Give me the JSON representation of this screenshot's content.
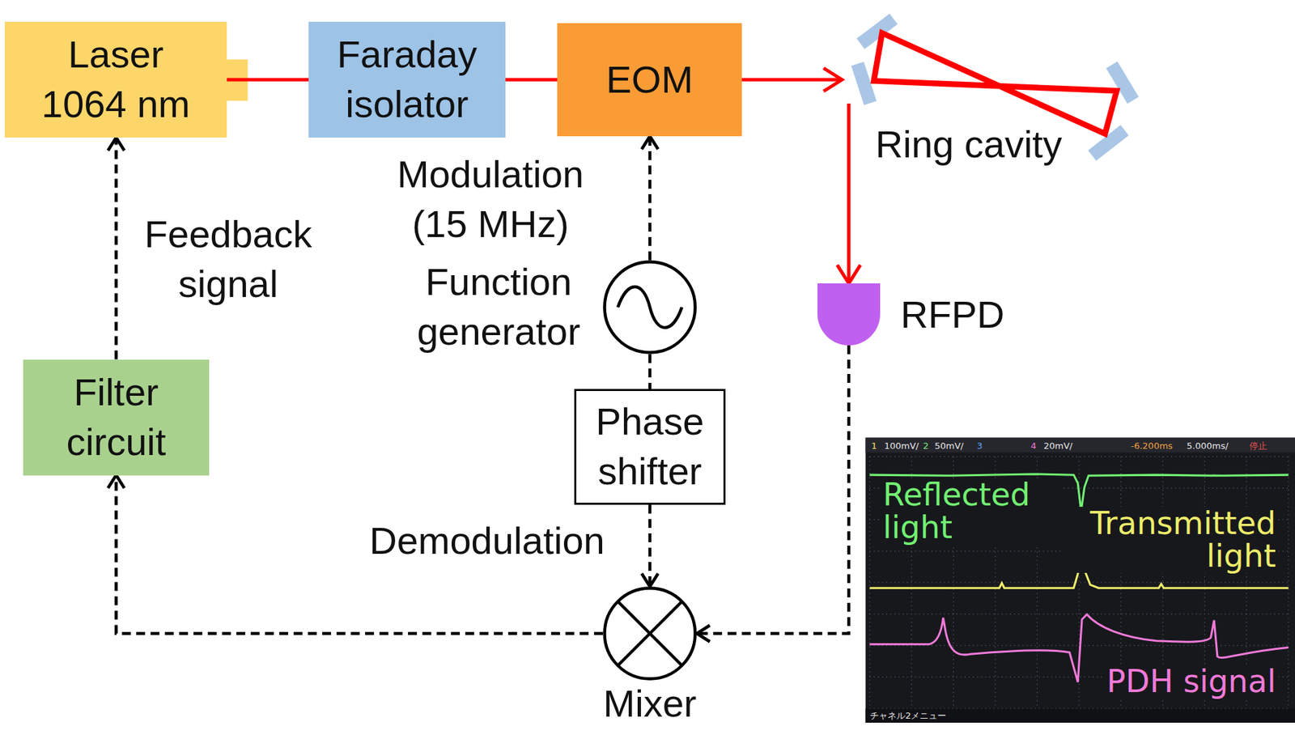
{
  "diagram": {
    "nodes": [
      {
        "text": [
          "Laser 1064 nm"
        ]
      },
      {
        "text": [
          "Faraday isolator"
        ]
      },
      {
        "text": [
          "EOM"
        ]
      },
      {
        "text": [
          "Ring cavity"
        ]
      },
      {
        "text": [
          "RFPD"
        ]
      },
      {
        "text": [
          "Function generator"
        ]
      },
      {
        "text": [
          "Phase shifter"
        ]
      },
      {
        "text": [
          "Mixer"
        ]
      },
      {
        "text": [
          "Filter circuit"
        ]
      }
    ],
    "edges": [
      {
        "from": 0,
        "to": 1,
        "arrow": "none"
      },
      {
        "from": 1,
        "to": 2,
        "arrow": "none"
      },
      {
        "from": 2,
        "to": 3,
        "arrow": "to"
      },
      {
        "from": 3,
        "to": 4,
        "arrow": "to"
      },
      {
        "from": 5,
        "to": 2,
        "arrow": "to",
        "label": "Modulation (15 MHz)"
      },
      {
        "from": 5,
        "to": 6,
        "arrow": "none"
      },
      {
        "from": 6,
        "to": 7,
        "arrow": "to",
        "label": "Demodulation"
      },
      {
        "from": 4,
        "to": 7,
        "arrow": "to"
      },
      {
        "from": 7,
        "to": 8,
        "arrow": "to"
      },
      {
        "from": 8,
        "to": 0,
        "arrow": "to",
        "label": "Feedback signal"
      }
    ],
    "labels": [
      "Reflected light",
      "Transmitted light",
      "PDH signal",
      "1",
      "100mV/",
      "2",
      "50mV/",
      "3",
      "4",
      "20mV/",
      "-6.200ms",
      "5.000ms/",
      "停止",
      "チャネル2メニュー"
    ]
  }
}
